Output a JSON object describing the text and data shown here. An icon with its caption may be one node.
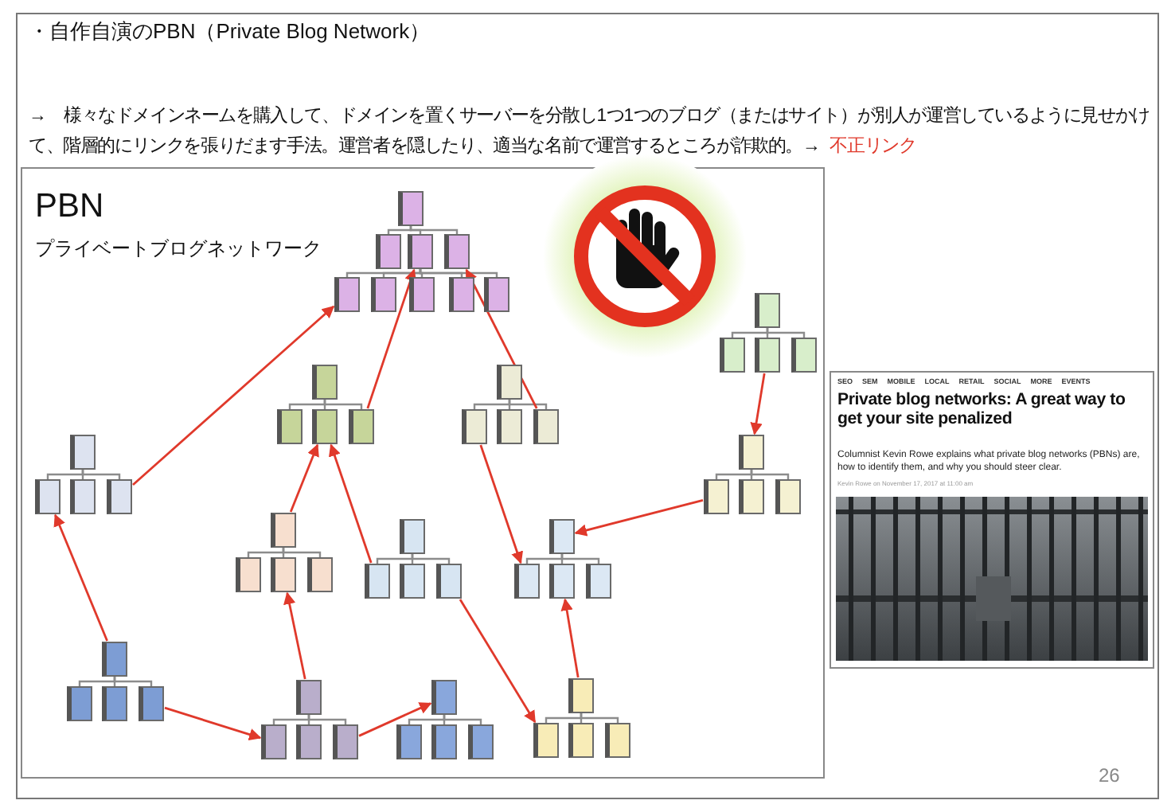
{
  "diagram": {
    "title": "・自作自演のPBN（Private Blog Network）",
    "nodes": [
      {
        "text": [
          "PBN",
          "プライベートブログネットワーク"
        ]
      },
      {
        "text": [],
        "shape": "box",
        "in": 0
      },
      {
        "text": [],
        "shape": "box",
        "in": 0
      },
      {
        "text": [],
        "shape": "box",
        "in": 0
      },
      {
        "text": [],
        "shape": "box",
        "in": 0
      },
      {
        "text": [],
        "shape": "box",
        "in": 0
      },
      {
        "text": [],
        "shape": "box",
        "in": 0
      },
      {
        "text": [],
        "shape": "box",
        "in": 0
      },
      {
        "text": [],
        "shape": "box",
        "in": 0
      },
      {
        "text": [],
        "shape": "box",
        "in": 0
      },
      {
        "text": [],
        "shape": "box",
        "in": 0
      },
      {
        "text": [],
        "shape": "box",
        "in": 0
      },
      {
        "text": [],
        "shape": "box",
        "in": 0
      },
      {
        "text": [],
        "shape": "box",
        "in": 0
      },
      {
        "text": [],
        "shape": "box",
        "in": 0
      },
      {
        "text": [],
        "shape": "box",
        "in": 0
      },
      {
        "text": [],
        "shape": "box",
        "in": 0
      },
      {
        "text": [],
        "shape": "box",
        "in": 0
      },
      {
        "text": [],
        "shape": "box",
        "in": 0
      },
      {
        "text": [],
        "shape": "box",
        "in": 0
      },
      {
        "text": [],
        "shape": "box",
        "in": 0
      },
      {
        "text": [],
        "shape": "box",
        "in": 0
      },
      {
        "text": [],
        "shape": "box",
        "in": 0
      },
      {
        "text": [],
        "shape": "box",
        "in": 0
      },
      {
        "text": [],
        "shape": "box",
        "in": 0
      },
      {
        "text": [],
        "shape": "box",
        "in": 0
      },
      {
        "text": [],
        "shape": "box",
        "in": 0
      },
      {
        "text": [],
        "shape": "box",
        "in": 0
      },
      {
        "text": [],
        "shape": "box",
        "in": 0
      },
      {
        "text": [],
        "shape": "box",
        "in": 0
      },
      {
        "text": [],
        "shape": "box",
        "in": 0
      },
      {
        "text": [],
        "shape": "box",
        "in": 0
      },
      {
        "text": [],
        "shape": "box",
        "in": 0
      },
      {
        "text": [],
        "shape": "box",
        "in": 0
      },
      {
        "text": [],
        "shape": "box",
        "in": 0
      },
      {
        "text": [],
        "shape": "box",
        "in": 0
      },
      {
        "text": [],
        "shape": "box",
        "in": 0
      },
      {
        "text": [],
        "shape": "box",
        "in": 0
      },
      {
        "text": [],
        "shape": "box",
        "in": 0
      },
      {
        "text": [],
        "shape": "box",
        "in": 0
      },
      {
        "text": [],
        "shape": "box",
        "in": 0
      },
      {
        "text": [],
        "shape": "box",
        "in": 0
      },
      {
        "text": [],
        "shape": "box",
        "in": 0
      },
      {
        "text": [],
        "shape": "box",
        "in": 0
      },
      {
        "text": [],
        "shape": "box",
        "in": 0
      },
      {
        "text": [],
        "shape": "box",
        "in": 0
      },
      {
        "text": [],
        "shape": "box",
        "in": 0
      },
      {
        "text": [],
        "shape": "box",
        "in": 0
      },
      {
        "text": [],
        "shape": "box",
        "in": 0
      },
      {
        "text": [],
        "shape": "box",
        "in": 0
      },
      {
        "text": [],
        "shape": "box",
        "in": 0
      },
      {
        "text": [],
        "shape": "box",
        "in": 0
      },
      {
        "text": [],
        "shape": "box",
        "in": 0
      },
      {
        "text": [],
        "shape": "box",
        "in": 0
      },
      {
        "text": [],
        "shape": "box",
        "in": 0
      },
      {
        "text": [],
        "shape": "box",
        "in": 0
      },
      {
        "text": [],
        "shape": "box",
        "in": 0
      },
      {
        "text": [],
        "shape": "box",
        "in": 0
      },
      {
        "text": [
          "SEO",
          "SEM",
          "MOBILE",
          "LOCAL",
          "RETAIL",
          "SOCIAL",
          "MORE",
          "EVENTS",
          "Private blog networks: A great way to get your site penalized",
          "Columnist Kevin Rowe explains what private blog networks (PBNs) are, how to identify them, and why you should steer clear.",
          "Kevin Rowe on November 17, 2017 at 11:00 am"
        ]
      }
    ],
    "edges": [
      {
        "from": 1,
        "to": 2,
        "arrow": "none"
      },
      {
        "from": 1,
        "to": 3,
        "arrow": "none"
      },
      {
        "from": 1,
        "to": 4,
        "arrow": "none"
      },
      {
        "from": 3,
        "to": 5,
        "arrow": "none"
      },
      {
        "from": 3,
        "to": 6,
        "arrow": "none"
      },
      {
        "from": 3,
        "to": 7,
        "arrow": "none"
      },
      {
        "from": 3,
        "to": 8,
        "arrow": "none"
      },
      {
        "from": 3,
        "to": 9,
        "arrow": "none"
      },
      {
        "from": 10,
        "to": 11,
        "arrow": "none"
      },
      {
        "from": 10,
        "to": 12,
        "arrow": "none"
      },
      {
        "from": 10,
        "to": 13,
        "arrow": "none"
      },
      {
        "from": 14,
        "to": 15,
        "arrow": "none"
      },
      {
        "from": 14,
        "to": 16,
        "arrow": "none"
      },
      {
        "from": 14,
        "to": 17,
        "arrow": "none"
      },
      {
        "from": 18,
        "to": 19,
        "arrow": "none"
      },
      {
        "from": 18,
        "to": 20,
        "arrow": "none"
      },
      {
        "from": 18,
        "to": 21,
        "arrow": "none"
      },
      {
        "from": 22,
        "to": 23,
        "arrow": "none"
      },
      {
        "from": 22,
        "to": 24,
        "arrow": "none"
      },
      {
        "from": 22,
        "to": 25,
        "arrow": "none"
      },
      {
        "from": 26,
        "to": 27,
        "arrow": "none"
      },
      {
        "from": 26,
        "to": 28,
        "arrow": "none"
      },
      {
        "from": 26,
        "to": 29,
        "arrow": "none"
      },
      {
        "from": 30,
        "to": 31,
        "arrow": "none"
      },
      {
        "from": 30,
        "to": 32,
        "arrow": "none"
      },
      {
        "from": 30,
        "to": 33,
        "arrow": "none"
      },
      {
        "from": 34,
        "to": 35,
        "arrow": "none"
      },
      {
        "from": 34,
        "to": 36,
        "arrow": "none"
      },
      {
        "from": 34,
        "to": 37,
        "arrow": "none"
      },
      {
        "from": 38,
        "to": 39,
        "arrow": "none"
      },
      {
        "from": 38,
        "to": 40,
        "arrow": "none"
      },
      {
        "from": 38,
        "to": 41,
        "arrow": "none"
      },
      {
        "from": 42,
        "to": 43,
        "arrow": "none"
      },
      {
        "from": 42,
        "to": 44,
        "arrow": "none"
      },
      {
        "from": 42,
        "to": 45,
        "arrow": "none"
      },
      {
        "from": 46,
        "to": 47,
        "arrow": "none"
      },
      {
        "from": 46,
        "to": 48,
        "arrow": "none"
      },
      {
        "from": 46,
        "to": 49,
        "arrow": "none"
      },
      {
        "from": 50,
        "to": 51,
        "arrow": "none"
      },
      {
        "from": 50,
        "to": 52,
        "arrow": "none"
      },
      {
        "from": 50,
        "to": 53,
        "arrow": "none"
      },
      {
        "from": 54,
        "to": 55,
        "arrow": "none"
      },
      {
        "from": 54,
        "to": 56,
        "arrow": "none"
      },
      {
        "from": 54,
        "to": 57,
        "arrow": "none"
      },
      {
        "from": 25,
        "to": 5,
        "arrow": "to",
        "color": "#e0392b"
      },
      {
        "from": 42,
        "to": 23,
        "arrow": "to",
        "color": "#e0392b"
      },
      {
        "from": 17,
        "to": 3,
        "arrow": "to",
        "color": "#e0392b"
      },
      {
        "from": 21,
        "to": 4,
        "arrow": "to",
        "color": "#e0392b"
      },
      {
        "from": 30,
        "to": 16,
        "arrow": "to",
        "color": "#e0392b"
      },
      {
        "from": 35,
        "to": 16,
        "arrow": "to",
        "color": "#e0392b"
      },
      {
        "from": 46,
        "to": 32,
        "arrow": "to",
        "color": "#e0392b"
      },
      {
        "from": 49,
        "to": 50,
        "arrow": "to",
        "color": "#e0392b"
      },
      {
        "from": 45,
        "to": 47,
        "arrow": "to",
        "color": "#e0392b"
      },
      {
        "from": 37,
        "to": 55,
        "arrow": "to",
        "color": "#e0392b"
      },
      {
        "from": 19,
        "to": 39,
        "arrow": "to",
        "color": "#e0392b"
      },
      {
        "from": 54,
        "to": 40,
        "arrow": "to",
        "color": "#e0392b"
      },
      {
        "from": 27,
        "to": 38,
        "arrow": "to",
        "color": "#e0392b"
      },
      {
        "from": 12,
        "to": 26,
        "arrow": "to",
        "color": "#e0392b"
      }
    ],
    "labels": [
      "→　様々なドメインネームを購入して、ドメインを置くサーバーを分散し1つ1つのブログ（またはサイト）が別人が運営しているように見せかけて、階層的にリンクを張りだます手法。運営者を隠したり、適当な名前で運営するところが詐欺的。→",
      "不正リンク",
      "26"
    ]
  }
}
